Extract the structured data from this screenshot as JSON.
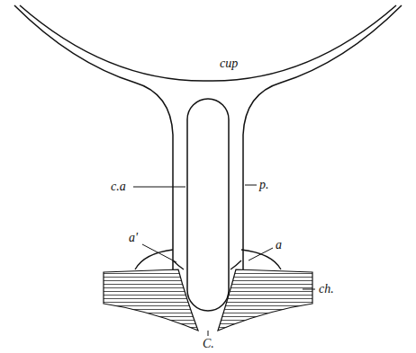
{
  "diagram": {
    "labels": [
      "cup",
      "c.a",
      "p.",
      "a'",
      "a",
      "ch.",
      "C."
    ]
  }
}
